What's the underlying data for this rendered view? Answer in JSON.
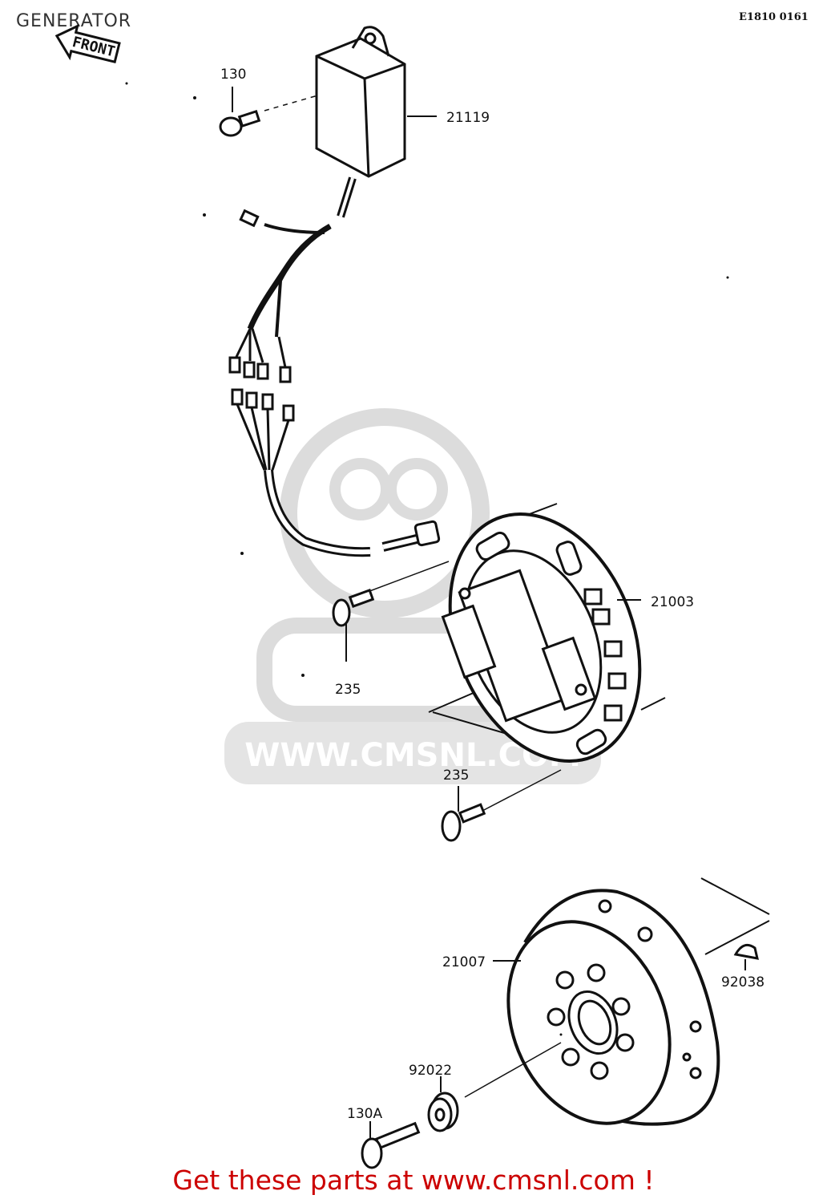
{
  "header": {
    "title": "GENERATOR",
    "diagram_code": "E1810 0161"
  },
  "orientation": {
    "label": "FRONT"
  },
  "watermark": {
    "text": "WWW.CMSNL.COM"
  },
  "parts": [
    {
      "id": "part-130",
      "number": "130"
    },
    {
      "id": "part-21119",
      "number": "21119"
    },
    {
      "id": "part-21003",
      "number": "21003"
    },
    {
      "id": "part-235-upper",
      "number": "235"
    },
    {
      "id": "part-235-lower",
      "number": "235"
    },
    {
      "id": "part-21007",
      "number": "21007"
    },
    {
      "id": "part-92038",
      "number": "92038"
    },
    {
      "id": "part-92022",
      "number": "92022"
    },
    {
      "id": "part-130a",
      "number": "130A"
    }
  ],
  "footer": {
    "cta": "Get these parts at www.cmsnl.com !"
  },
  "colors": {
    "ink": "#111111",
    "watermark": "#dcdcdc",
    "cta": "#cc0000"
  }
}
